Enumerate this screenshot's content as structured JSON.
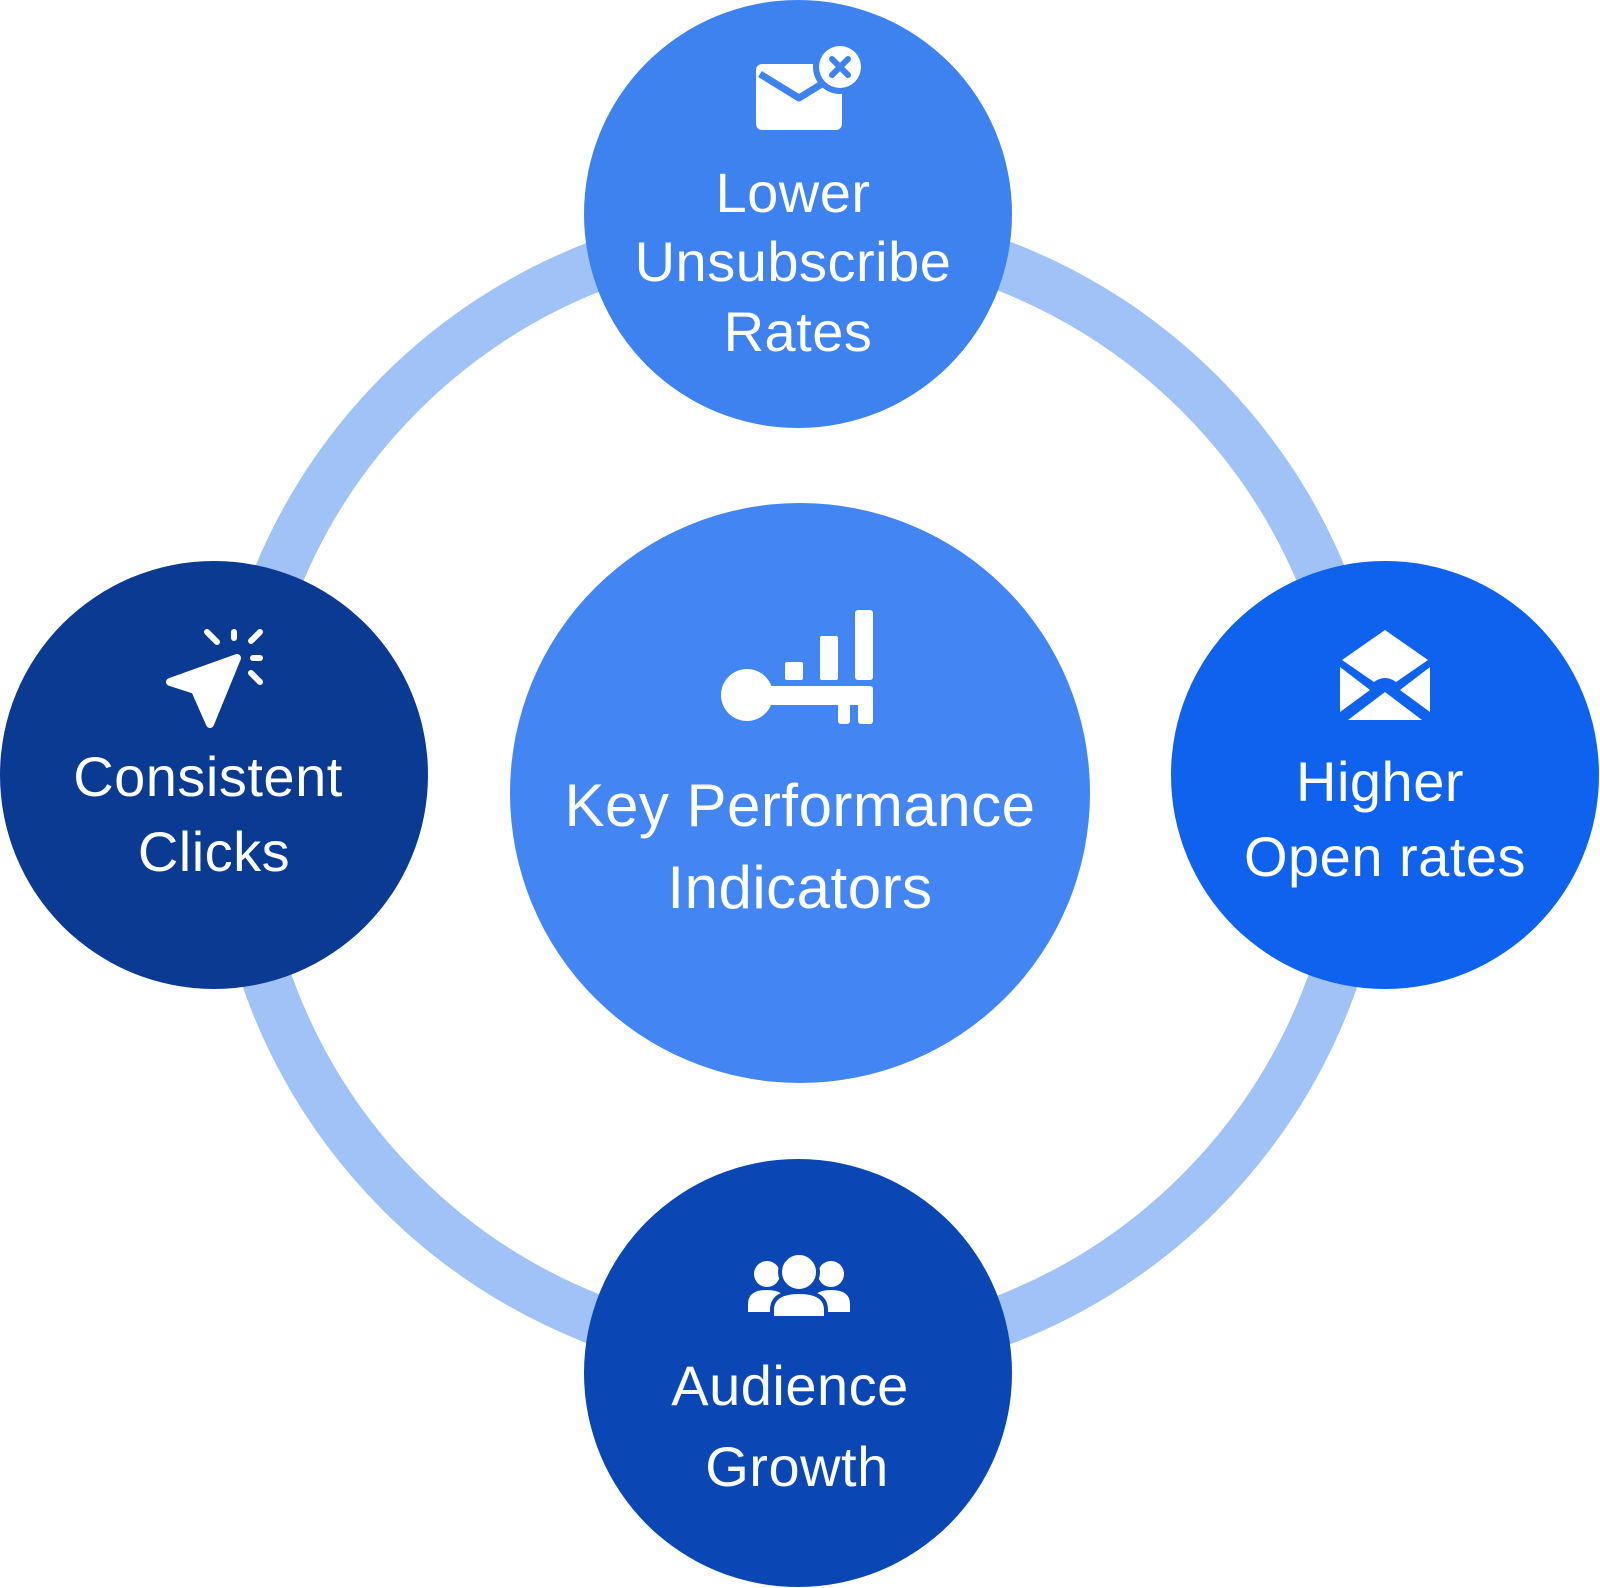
{
  "diagram": {
    "colors": {
      "ring": "#a0c2f6",
      "center": "#4385f3",
      "top": "#3e82ef",
      "right": "#0e62ed",
      "bottom": "#0a47b4",
      "left": "#0a3a91",
      "text": "#ffffff"
    },
    "center": {
      "icon": "key-chart-icon",
      "line1": "Key Performance",
      "line2": "Indicators"
    },
    "top": {
      "icon": "email-unsubscribe-icon",
      "line1": "Lower",
      "line2": "Unsubscribe",
      "line3": "Rates"
    },
    "right": {
      "icon": "open-envelope-icon",
      "line1": "Higher",
      "line2": "Open rates"
    },
    "bottom": {
      "icon": "audience-group-icon",
      "line1": "Audience",
      "line2": "Growth"
    },
    "left": {
      "icon": "cursor-click-icon",
      "line1": "Consistent",
      "line2": "Clicks"
    }
  }
}
